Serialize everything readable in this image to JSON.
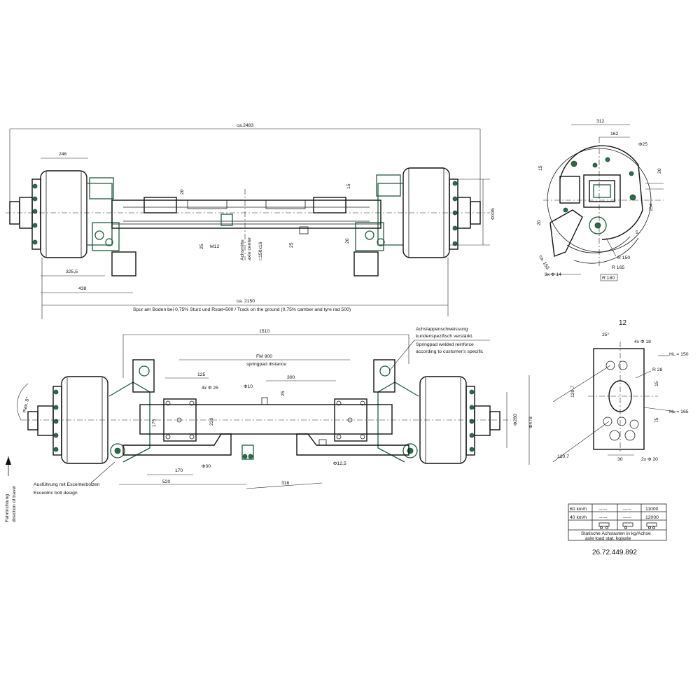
{
  "top_view": {
    "overall_width": "ca.2483",
    "drum_width": "246",
    "dim_20_a": "20",
    "dim_20_b": "20",
    "dim_15": "15",
    "dim_25_a": "25",
    "dim_25_b": "25",
    "thread": "M12",
    "axle_center_de": "Achsmitte",
    "axle_center_en": "axle center",
    "profile": "□150x16",
    "diameter_335": "Φ335",
    "dim_3255": "325,5",
    "dim_438": "438",
    "track": "ca. 2150",
    "track_note": "Spur am Boden bei 0,75% Sturz und Rstat=500 / Track on the ground (0,75% camber and tyre rad 500)"
  },
  "side_view": {
    "dim_312": "312",
    "dim_162": "162",
    "hole_25": "Φ25",
    "dim_15": "15",
    "dim_20_a": "20",
    "dim_154": "154",
    "dim_20_b": "20",
    "dim_5": "5",
    "dim_153": "ca. 153",
    "radius_150": "R 150",
    "radius_165": "R 165",
    "radius_180": "R 180",
    "holes_14": "3x Φ 14"
  },
  "bottom_view": {
    "dim_1510": "1510",
    "weld_note_de_1": "Achslappenschweissung",
    "weld_note_de_2": "kundenspezifisch verstärkt.",
    "weld_note_en_1": "Springpad welded reinforce",
    "weld_note_en_2": "according to customer's specific",
    "fm": "FM 900",
    "springpad": "springpad distance",
    "dim_125": "125",
    "holes_25": "4x Φ 25",
    "hole_10": "Φ10",
    "dim_300": "300",
    "dim_25": "25",
    "max_angle": "max. 8°",
    "dim_175": "175",
    "dim_220": "220",
    "diameter_280": "Φ280",
    "diameter_478": "Φ478",
    "dim_170": "170",
    "hole_30": "Φ30",
    "hole_125": "Φ12,5",
    "dim_520": "520",
    "dim_316": "316",
    "eccentric_de": "Ausführung mit Excenterbolzen",
    "eccentric_en": "Eccentric bolt design",
    "direction_de": "Fahrtrichtung",
    "direction_en": "direction of travel"
  },
  "pad_view": {
    "angle_12": "12",
    "angle_25": "25°",
    "holes_18": "4x Φ 18",
    "hl_150": "HL = 150",
    "radius_28": "R 28",
    "dim_1207_a": "120,7",
    "dim_15": "15",
    "dim_75": "75",
    "hl_165": "HL = 165",
    "dim_1207_b": "120,7",
    "dim_30": "30",
    "holes_20": "2x Φ 20"
  },
  "load_table": {
    "rows": [
      {
        "speed": "60 km/h",
        "c1": "-----",
        "c2": "-----",
        "load": "11000"
      },
      {
        "speed": "40 km/h",
        "c1": "-----",
        "c2": "-----",
        "load": "12000"
      }
    ],
    "caption_de": "Statische Achslasten in kg/Achse",
    "caption_en": "axle load stat. kg/axle"
  },
  "drawing_number": "26.72.449.892"
}
